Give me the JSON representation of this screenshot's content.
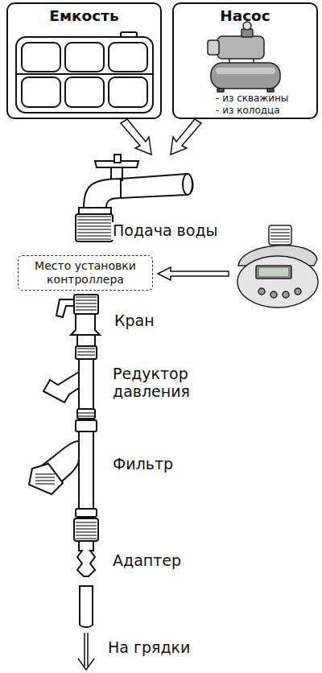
{
  "diagram": {
    "nodes": [
      {
        "text": [
          "Емкость"
        ]
      },
      {
        "text": [
          "Насос",
          "- из скважины",
          "- из колодца"
        ]
      },
      {
        "text": [
          "Место установки контроллера"
        ]
      }
    ],
    "labels": [
      "Подача воды",
      "Кран",
      "Редуктор давления",
      "Фильтр",
      "Адаптер",
      "На грядки"
    ]
  }
}
